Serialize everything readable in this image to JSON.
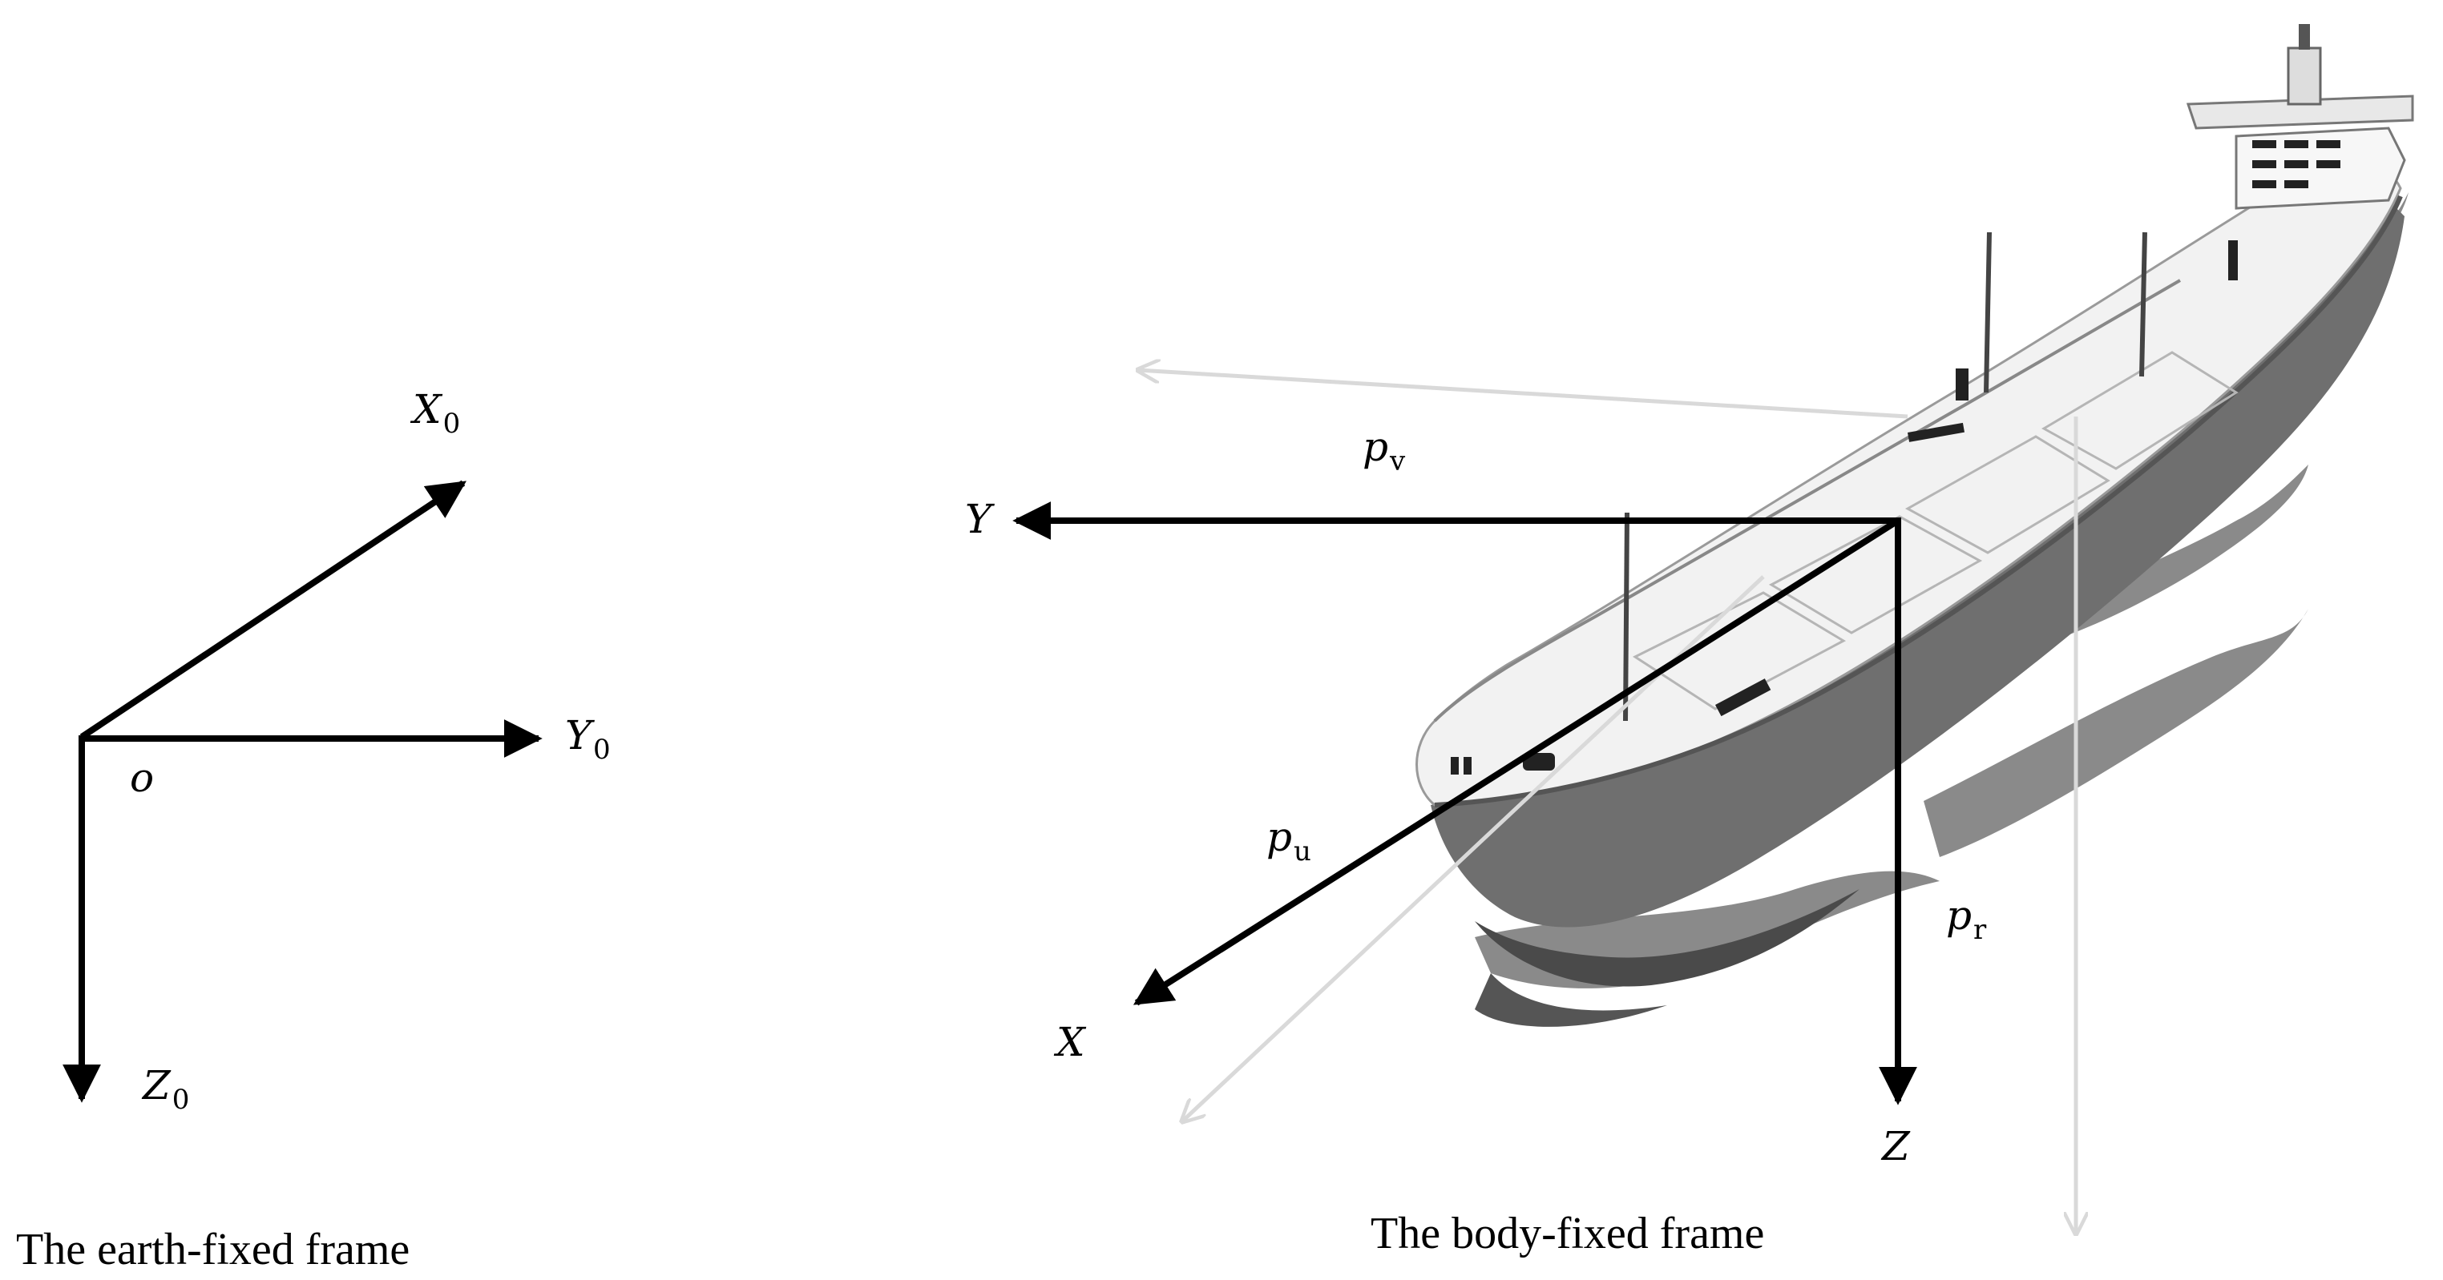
{
  "earth_frame": {
    "caption": "The earth-fixed frame",
    "origin_label": "o",
    "x_axis": {
      "base": "X",
      "sub": "0"
    },
    "y_axis": {
      "base": "Y",
      "sub": "0"
    },
    "z_axis": {
      "base": "Z",
      "sub": "0"
    }
  },
  "body_frame": {
    "caption": "The body-fixed frame",
    "x_axis": "X",
    "y_axis": "Y",
    "z_axis": "Z",
    "surge": {
      "base": "p",
      "sub": "u"
    },
    "sway": {
      "base": "p",
      "sub": "v"
    },
    "yaw": {
      "base": "p",
      "sub": "r"
    }
  },
  "colors": {
    "axis": "#000000",
    "ship_hull": "#6f6f6f",
    "ship_deck": "#f2f2f2",
    "ghost_arrow": "#d9d9d9"
  }
}
